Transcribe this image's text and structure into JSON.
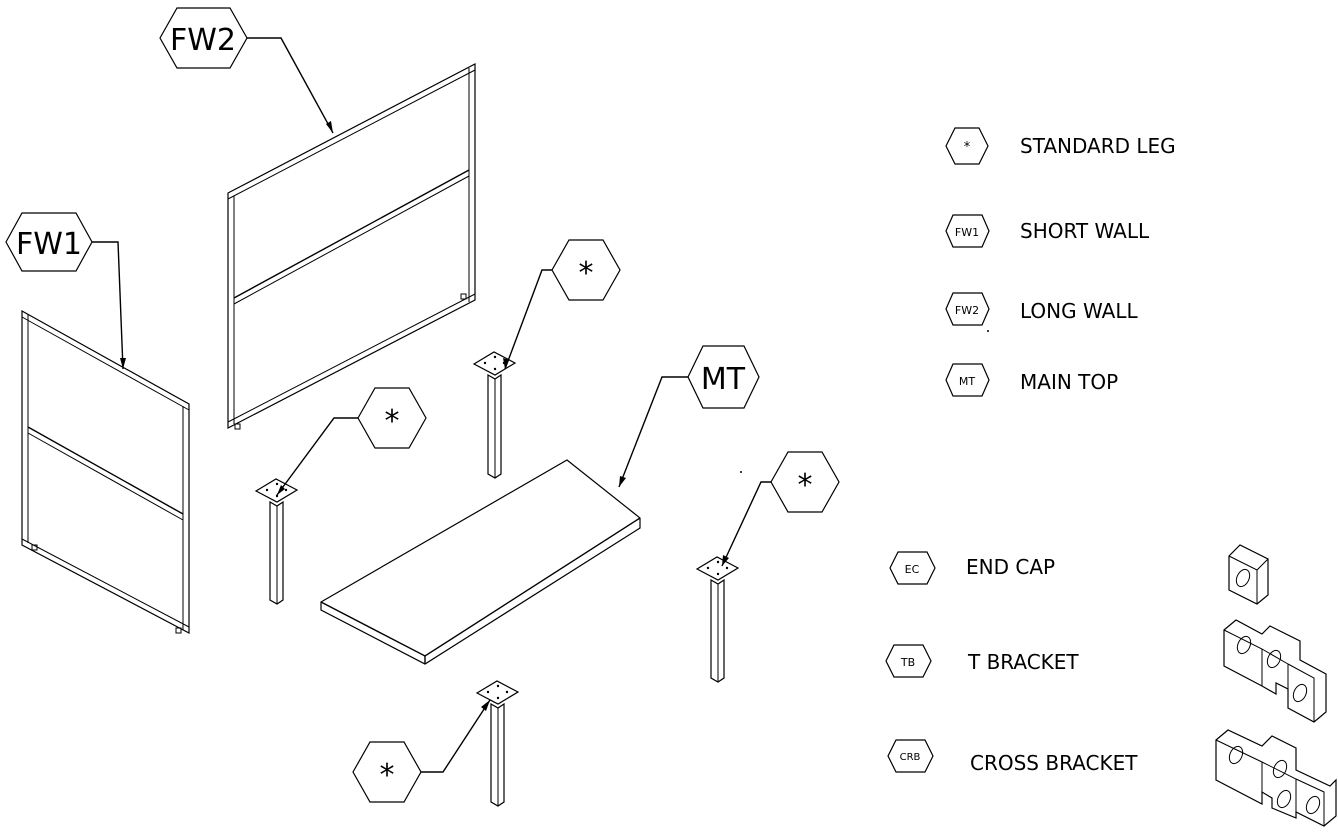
{
  "callouts": {
    "fw2": "FW2",
    "fw1": "FW1",
    "leg_a": "*",
    "leg_b": "*",
    "leg_c": "*",
    "leg_d": "*",
    "mt": "MT"
  },
  "legend": {
    "items": [
      {
        "tag": "*",
        "label": "STANDARD LEG"
      },
      {
        "tag": "FW1",
        "label": "SHORT WALL"
      },
      {
        "tag": "FW2",
        "label": "LONG WALL"
      },
      {
        "tag": "MT",
        "label": "MAIN TOP"
      }
    ],
    "hardware": [
      {
        "tag": "EC",
        "label": "END CAP"
      },
      {
        "tag": "TB",
        "label": "T BRACKET"
      },
      {
        "tag": "CRB",
        "label": "CROSS BRACKET"
      }
    ]
  }
}
